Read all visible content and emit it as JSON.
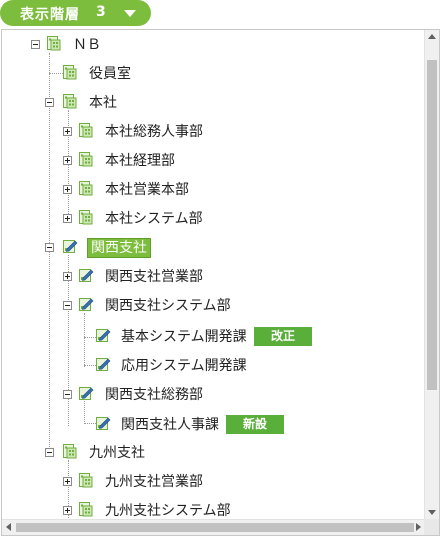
{
  "level_selector": {
    "label": "表示階層",
    "value": "3"
  },
  "colors": {
    "accent": "#7dbd3d",
    "badge": "#5aae3a",
    "org_icon": "#6fae3f",
    "edit_icon": "#3a6fb0"
  },
  "tree": {
    "nodes": [
      {
        "label": "ＮＢ",
        "icon": "org-building-icon",
        "expander": "minus"
      },
      {
        "label": "役員室",
        "icon": "org-building-icon",
        "expander": "none"
      },
      {
        "label": "本社",
        "icon": "org-building-icon",
        "expander": "minus"
      },
      {
        "label": "本社総務人事部",
        "icon": "org-building-icon",
        "expander": "plus"
      },
      {
        "label": "本社経理部",
        "icon": "org-building-icon",
        "expander": "plus"
      },
      {
        "label": "本社営業本部",
        "icon": "org-building-icon",
        "expander": "plus"
      },
      {
        "label": "本社システム部",
        "icon": "org-building-icon",
        "expander": "plus"
      },
      {
        "label": "関西支社",
        "icon": "edit-org-icon",
        "expander": "minus",
        "selected": true
      },
      {
        "label": "関西支社営業部",
        "icon": "edit-org-icon",
        "expander": "plus"
      },
      {
        "label": "関西支社システム部",
        "icon": "edit-org-icon",
        "expander": "minus"
      },
      {
        "label": "基本システム開発課",
        "icon": "edit-org-icon",
        "expander": "none",
        "badge": "改正"
      },
      {
        "label": "応用システム開発課",
        "icon": "edit-org-icon",
        "expander": "none"
      },
      {
        "label": "関西支社総務部",
        "icon": "edit-org-icon",
        "expander": "minus"
      },
      {
        "label": "関西支社人事課",
        "icon": "edit-org-icon",
        "expander": "none",
        "badge": "新設"
      },
      {
        "label": "九州支社",
        "icon": "org-building-icon",
        "expander": "minus"
      },
      {
        "label": "九州支社営業部",
        "icon": "org-building-icon",
        "expander": "plus"
      },
      {
        "label": "九州支社システム部",
        "icon": "org-building-icon",
        "expander": "plus"
      }
    ]
  }
}
